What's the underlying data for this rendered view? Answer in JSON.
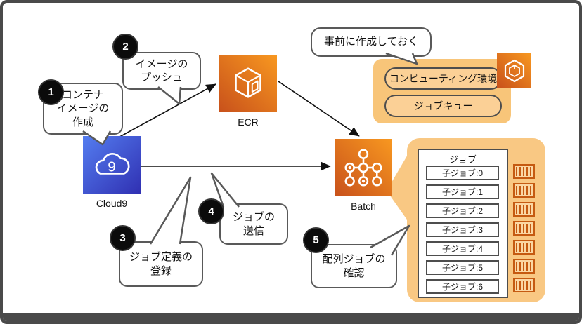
{
  "title": "AWS Batch array-job workflow diagram",
  "steps": [
    {
      "num": "1",
      "label": "コンテナ\nイメージの\n作成"
    },
    {
      "num": "2",
      "label": "イメージの\nプッシュ"
    },
    {
      "num": "3",
      "label": "ジョブ定義の\n登録"
    },
    {
      "num": "4",
      "label": "ジョブの\n送信"
    },
    {
      "num": "5",
      "label": "配列ジョブの\n確認"
    }
  ],
  "note": {
    "label": "事前に作成しておく"
  },
  "prebuilt": {
    "items": [
      {
        "label": "コンピューティング環境"
      },
      {
        "label": "ジョブキュー"
      }
    ]
  },
  "nodes": {
    "cloud9": {
      "label": "Cloud9",
      "glyph_digit": "9"
    },
    "ecr": {
      "label": "ECR"
    },
    "batch": {
      "label": "Batch"
    }
  },
  "job_panel": {
    "title": "ジョブ",
    "children": [
      {
        "label": "子ジョブ:0"
      },
      {
        "label": "子ジョブ:1"
      },
      {
        "label": "子ジョブ:2"
      },
      {
        "label": "子ジョブ:3"
      },
      {
        "label": "子ジョブ:4"
      },
      {
        "label": "子ジョブ:5"
      },
      {
        "label": "子ジョブ:6"
      }
    ]
  },
  "colors": {
    "aws_orange_dark": "#c8511b",
    "aws_orange_light": "#f89820",
    "cloud9_blue_light": "#547df0",
    "cloud9_blue_dark": "#3030b2",
    "panel_orange": "#f9c883",
    "box_orange": "#f8c579",
    "pill_orange": "#fbd096",
    "container_border": "#c55a11",
    "bubble_border": "#595959",
    "frame": "#4a4a4a"
  }
}
